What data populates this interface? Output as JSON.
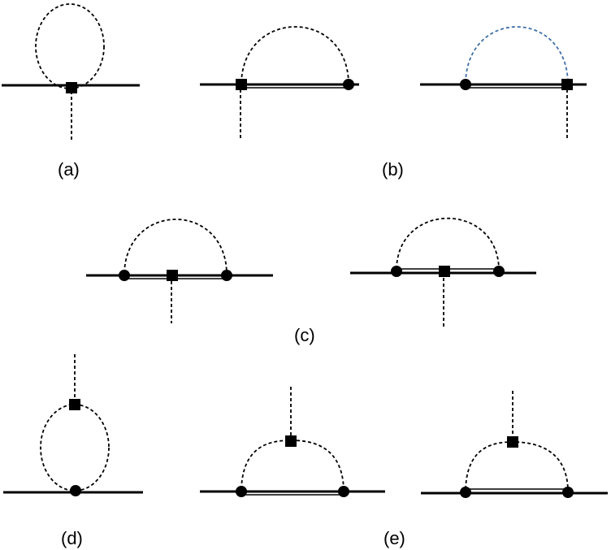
{
  "labels": {
    "a": "(a)",
    "b": "(b)",
    "c": "(c)",
    "d": "(d)",
    "e": "(e)"
  },
  "colors": {
    "line": "#000000",
    "blue_loop": "#3f6fa8"
  }
}
